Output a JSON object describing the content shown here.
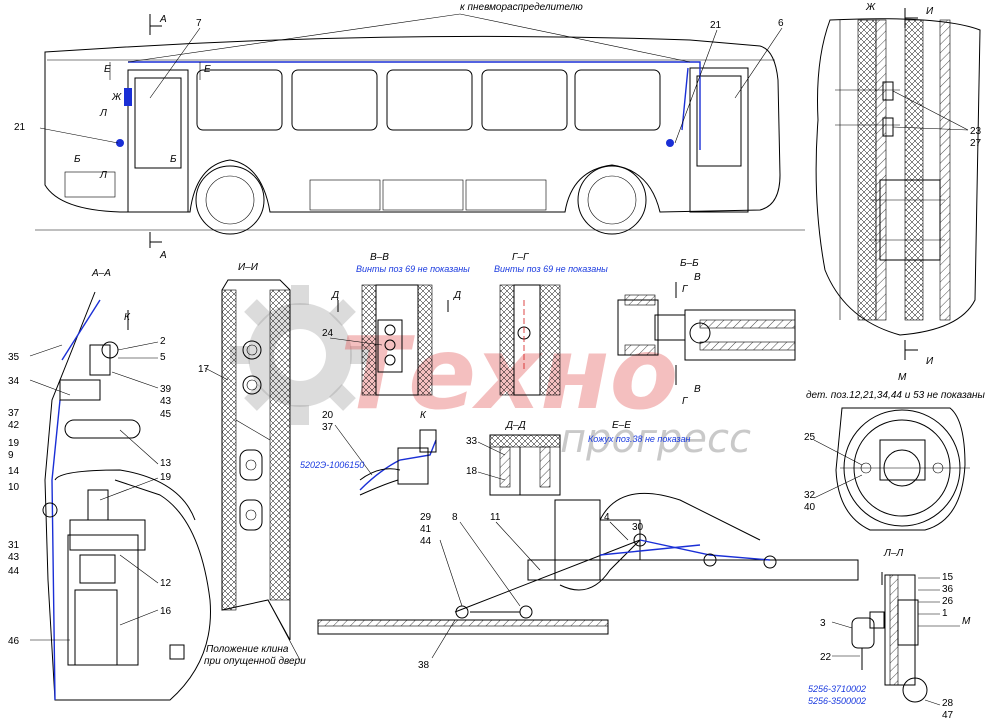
{
  "watermark": {
    "brand": "Техно",
    "sub": "прогресс"
  },
  "views": {
    "aa": "А–А",
    "ii": "И–И",
    "vv": "В–В",
    "gg": "Г–Г",
    "bb": "Б–Б",
    "zh": "Ж",
    "k": "К",
    "dd": "Д–Д",
    "ee": "Е–Е",
    "m": "М",
    "ll": "Л–Л"
  },
  "notes": {
    "pneumo": "к пневмораспределителю",
    "vv_note": "Винты поз 69 не показаны",
    "gg_note": "Винты поз 69 не показаны",
    "ee_note": "Кожух поз.38 не показан",
    "m_note": "дет. поз.12,21,34,44 и 53 не показаны",
    "ii_caption_1": "Положение клина",
    "ii_caption_2": "при опущенной двери",
    "part_k": "5202Э-1006150",
    "part_l1": "5256-3710002",
    "part_l2": "5256-3500002"
  },
  "section_letters": {
    "a": "А",
    "e": "Е",
    "zh": "Ж",
    "l": "Л",
    "b": "Б",
    "i": "И",
    "d": "Д",
    "g": "Г",
    "v": "В",
    "k": "К",
    "m": "М"
  },
  "bus_labels": [
    "7",
    "6",
    "21",
    "21"
  ],
  "aa_labels": [
    "35",
    "34",
    "37",
    "42",
    "19",
    "9",
    "14",
    "10",
    "31",
    "43",
    "44",
    "46",
    "2",
    "5",
    "39",
    "43",
    "45",
    "13",
    "19",
    "12",
    "16"
  ],
  "ii_labels": [
    "17"
  ],
  "vv_labels": [
    "24"
  ],
  "zh_labels": [
    "23",
    "27"
  ],
  "k_labels": [
    "20",
    "37"
  ],
  "dd_labels": [
    "33",
    "18"
  ],
  "mech_labels": [
    "29",
    "41",
    "44",
    "8",
    "11",
    "4",
    "30",
    "38"
  ],
  "m_labels": [
    "25",
    "32",
    "40"
  ],
  "ll_labels": [
    "15",
    "36",
    "26",
    "1",
    "3",
    "22",
    "28",
    "47"
  ]
}
